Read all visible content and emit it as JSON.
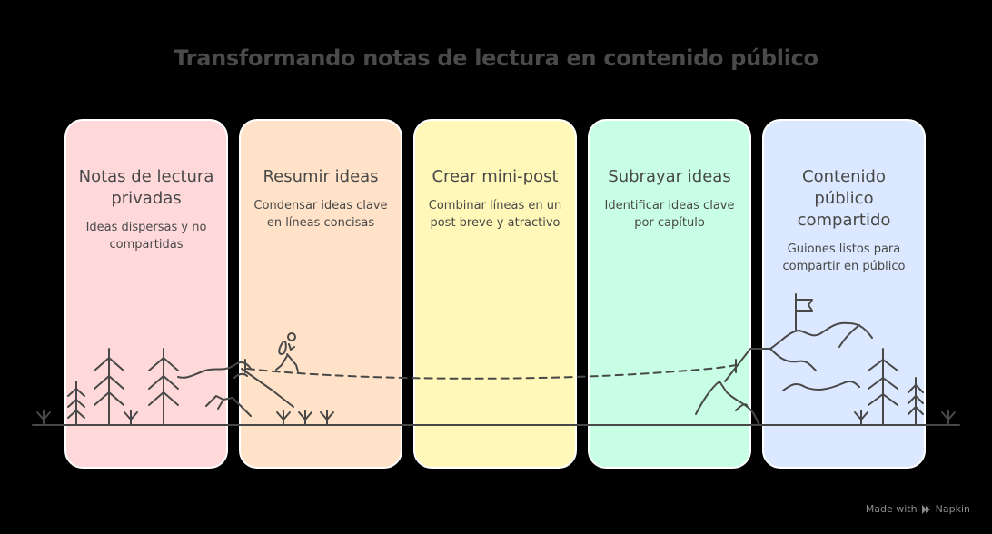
{
  "title": "Transformando notas de lectura en contenido público",
  "stages": [
    {
      "title": "Notas de lectura privadas",
      "description": "Ideas dispersas y no compartidas",
      "color": "#FFD9D9"
    },
    {
      "title": "Resumir ideas",
      "description": "Condensar ideas clave en líneas concisas",
      "color": "#FFE2C8"
    },
    {
      "title": "Crear mini-post",
      "description": "Combinar líneas en un post breve y atractivo",
      "color": "#FFF8B8"
    },
    {
      "title": "Subrayar ideas",
      "description": "Identificar ideas clave por capítulo",
      "color": "#C8FFE4"
    },
    {
      "title": "Contenido público compartido",
      "description": "Guiones listos para compartir en público",
      "color": "#DCE8FF"
    }
  ],
  "illustration": {
    "line_color": "#484848",
    "elements": [
      "trees",
      "hiker",
      "dashed-path",
      "mountain",
      "summit-flag"
    ]
  },
  "footer": {
    "made_with": "Made with",
    "brand": "Napkin"
  }
}
